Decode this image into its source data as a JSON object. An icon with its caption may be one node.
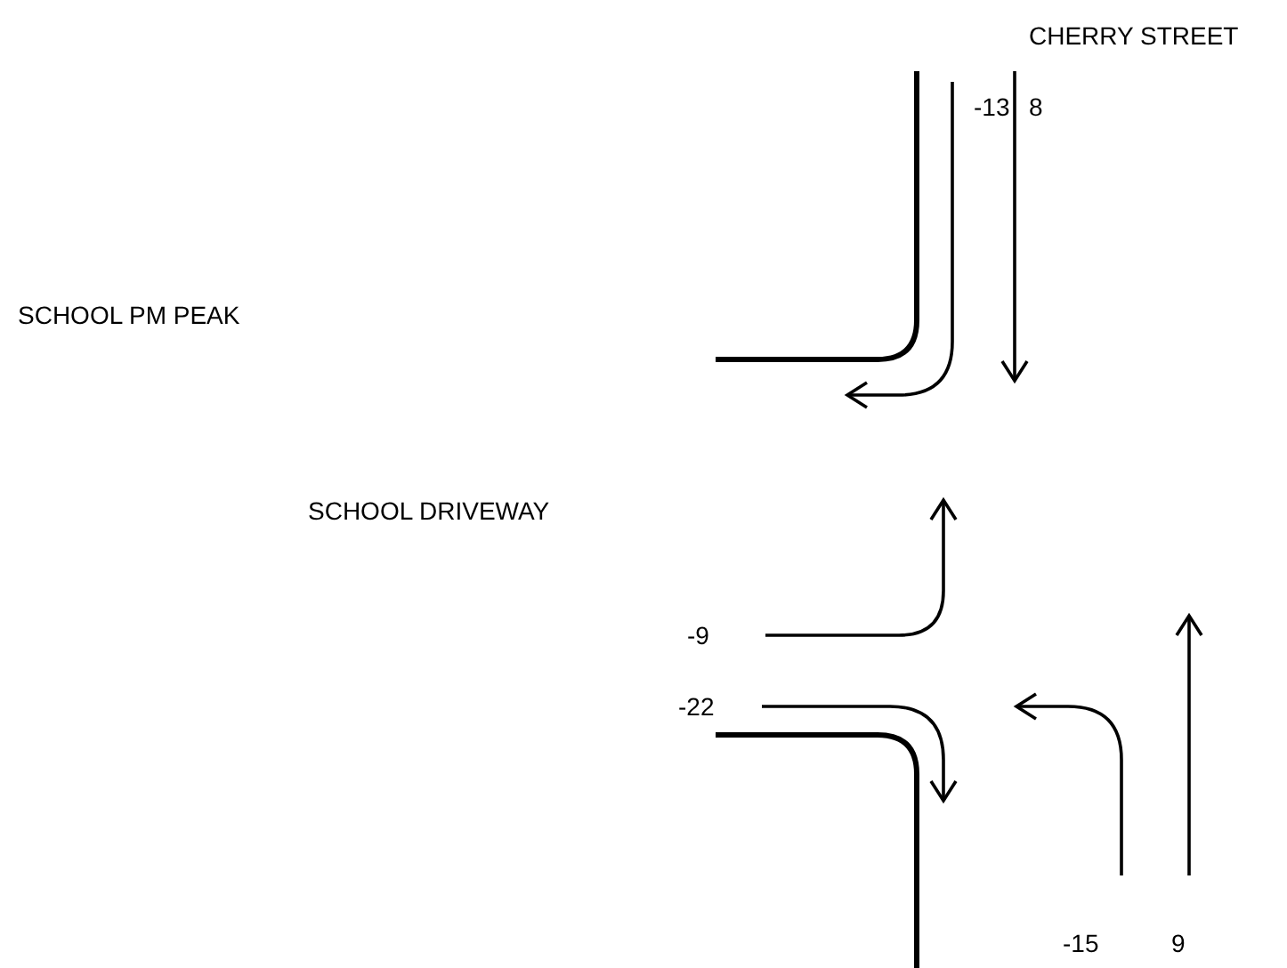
{
  "diagram": {
    "labels": [
      "CHERRY STREET",
      "-13",
      "8",
      "SCHOOL PM PEAK",
      "SCHOOL DRIVEWAY",
      "-9",
      "-22",
      "-15",
      "9"
    ]
  }
}
